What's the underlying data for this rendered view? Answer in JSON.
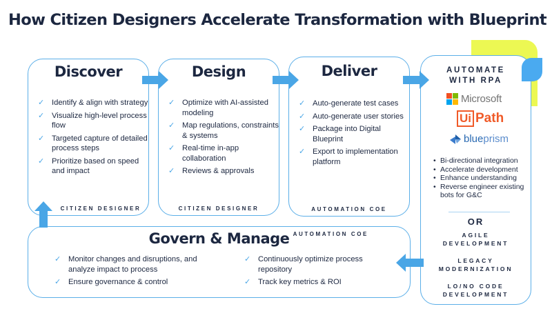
{
  "title": "How Citizen Designers Accelerate Transformation with Blueprint",
  "colors": {
    "accent_blue": "#4aa6e6",
    "border_blue": "#5aaee8",
    "text_dark": "#1c2740",
    "yellow": "#ecf853",
    "uipath_orange": "#f05a28"
  },
  "stages": [
    {
      "title": "Discover",
      "items": [
        "Identify & align with strategy",
        "Visualize high-level process flow",
        "Targeted capture of detailed process steps",
        "Prioritize based on speed and impact"
      ],
      "role": "CITIZEN DESIGNER"
    },
    {
      "title": "Design",
      "items": [
        "Optimize with AI-assisted modeling",
        "Map regulations, constraints & systems",
        "Real-time in-app collaboration",
        "Reviews & approvals"
      ],
      "role": "CITIZEN DESIGNER"
    },
    {
      "title": "Deliver",
      "items": [
        "Auto-generate test cases",
        "Auto-generate user stories",
        "Package into Digital Blueprint",
        "Export to implementation platform"
      ],
      "role": "AUTOMATION COE"
    }
  ],
  "govern": {
    "title": "Govern & Manage",
    "role": "AUTOMATION COE",
    "left_items": [
      "Monitor changes and disruptions, and analyze impact to process",
      "Ensure governance & control"
    ],
    "right_items": [
      "Continuously optimize process repository",
      "Track key metrics & ROI"
    ]
  },
  "automate": {
    "title_line1": "AUTOMATE",
    "title_line2": "WITH RPA",
    "logos": {
      "microsoft": "Microsoft",
      "uipath_ui": "Ui",
      "uipath_path": "Path",
      "blueprism_a": "blue",
      "blueprism_b": "prism"
    },
    "bullets": [
      "Bi-directional integration",
      "Accelerate development",
      "Enhance understanding",
      "Reverse engineer existing bots for G&C"
    ],
    "or_label": "OR",
    "alternatives": [
      {
        "line1": "AGILE",
        "line2": "DEVELOPMENT"
      },
      {
        "line1": "LEGACY",
        "line2": "MODERNIZATION"
      },
      {
        "line1": "LO/NO CODE",
        "line2": "DEVELOPMENT"
      }
    ]
  },
  "icons": {
    "check": "✓"
  }
}
